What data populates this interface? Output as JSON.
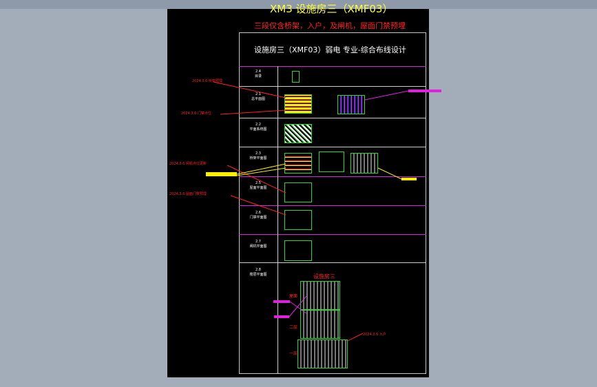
{
  "title": "XM3 设施房三（XMF03）",
  "subtitle": "三段仅含桥架，入户，及闸机，屋面门禁预埋",
  "table": {
    "header": "设施房三（XMF03）弱电 专业-综合布线设计",
    "rows": [
      {
        "num": "2.4",
        "label": "目录"
      },
      {
        "num": "2.1",
        "label": "总平面图"
      },
      {
        "num": "2.2",
        "label": "平面系统图"
      },
      {
        "num": "2.3",
        "label": "桥架平面图"
      },
      {
        "num": "2.5",
        "label": "屋面平面图"
      },
      {
        "num": "2.6",
        "label": "门禁平面图"
      },
      {
        "num": "2.7",
        "label": "闸机平面图"
      },
      {
        "num": "2.8",
        "label": "楼层平面图"
      }
    ]
  },
  "building": {
    "title": "设施房三",
    "labels": [
      "屋面",
      "二层",
      "一层"
    ]
  },
  "annotations": [
    "2024.3.6 桥架预埋",
    "2024.3.6 门禁点位",
    "2024.3.6 入户",
    "2024.3.6 闸机点位更新",
    "2024.3.6 屋面门禁预埋"
  ],
  "colors": {
    "title": "#ffff33",
    "annotation": "#ff2020",
    "frame": "#e020e0",
    "layout": "#22dd22"
  }
}
